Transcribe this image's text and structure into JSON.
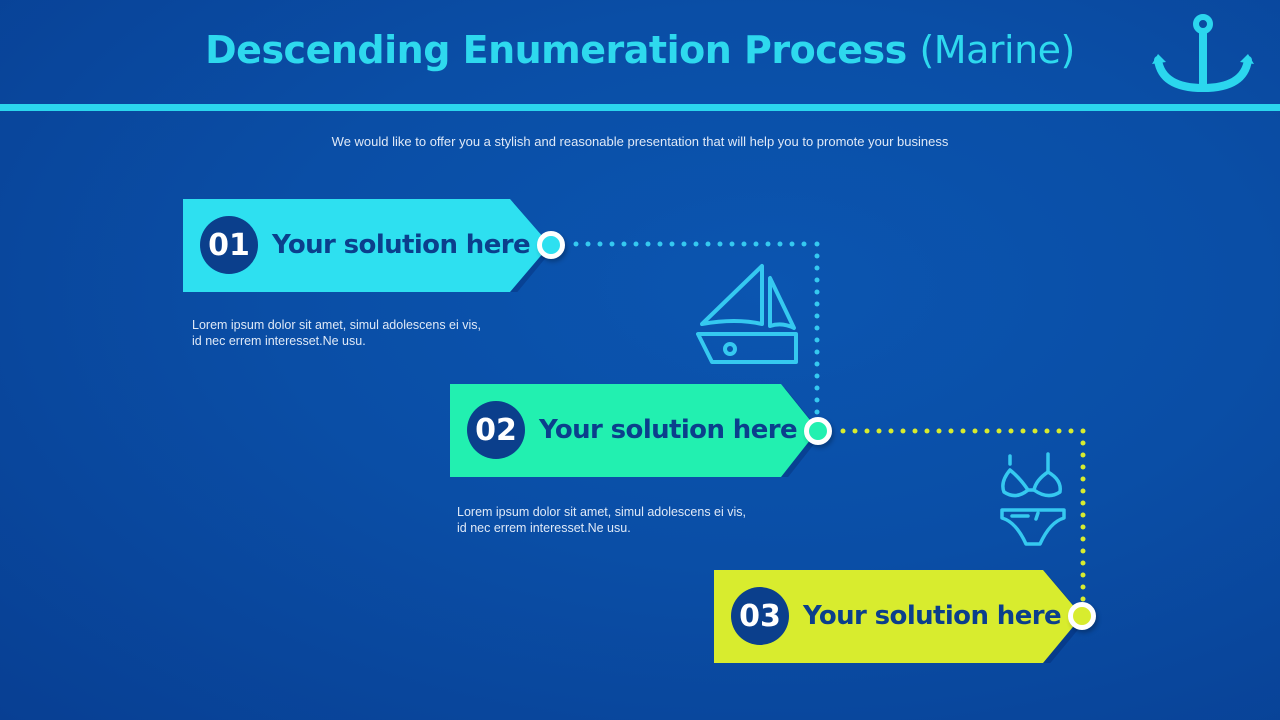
{
  "header": {
    "title_main": "Descending Enumeration Process",
    "title_paren": "(Marine)",
    "icon": "anchor-icon",
    "subtitle": "We would like to offer you a stylish and reasonable presentation that will help you to promote your business"
  },
  "colors": {
    "background": "#0a4ea6",
    "accent": "#2bd6ee",
    "number_circle": "#0b3f8c",
    "step1": "#2ee0f0",
    "step2": "#22f0b0",
    "step3": "#d8ec2e",
    "connector1": "#35c9f0",
    "connector2": "#d8ec2e"
  },
  "steps": [
    {
      "number": "01",
      "label": "Your solution here",
      "description_line1": "Lorem ipsum dolor sit amet, simul adolescens ei vis,",
      "description_line2": "id nec errem interesset.Ne usu."
    },
    {
      "number": "02",
      "label": "Your solution here",
      "description_line1": "Lorem ipsum dolor sit amet, simul adolescens ei vis,",
      "description_line2": "id nec errem interesset.Ne usu."
    },
    {
      "number": "03",
      "label": "Your solution here"
    }
  ],
  "icons": [
    "sailboat-icon",
    "bikini-icon"
  ]
}
